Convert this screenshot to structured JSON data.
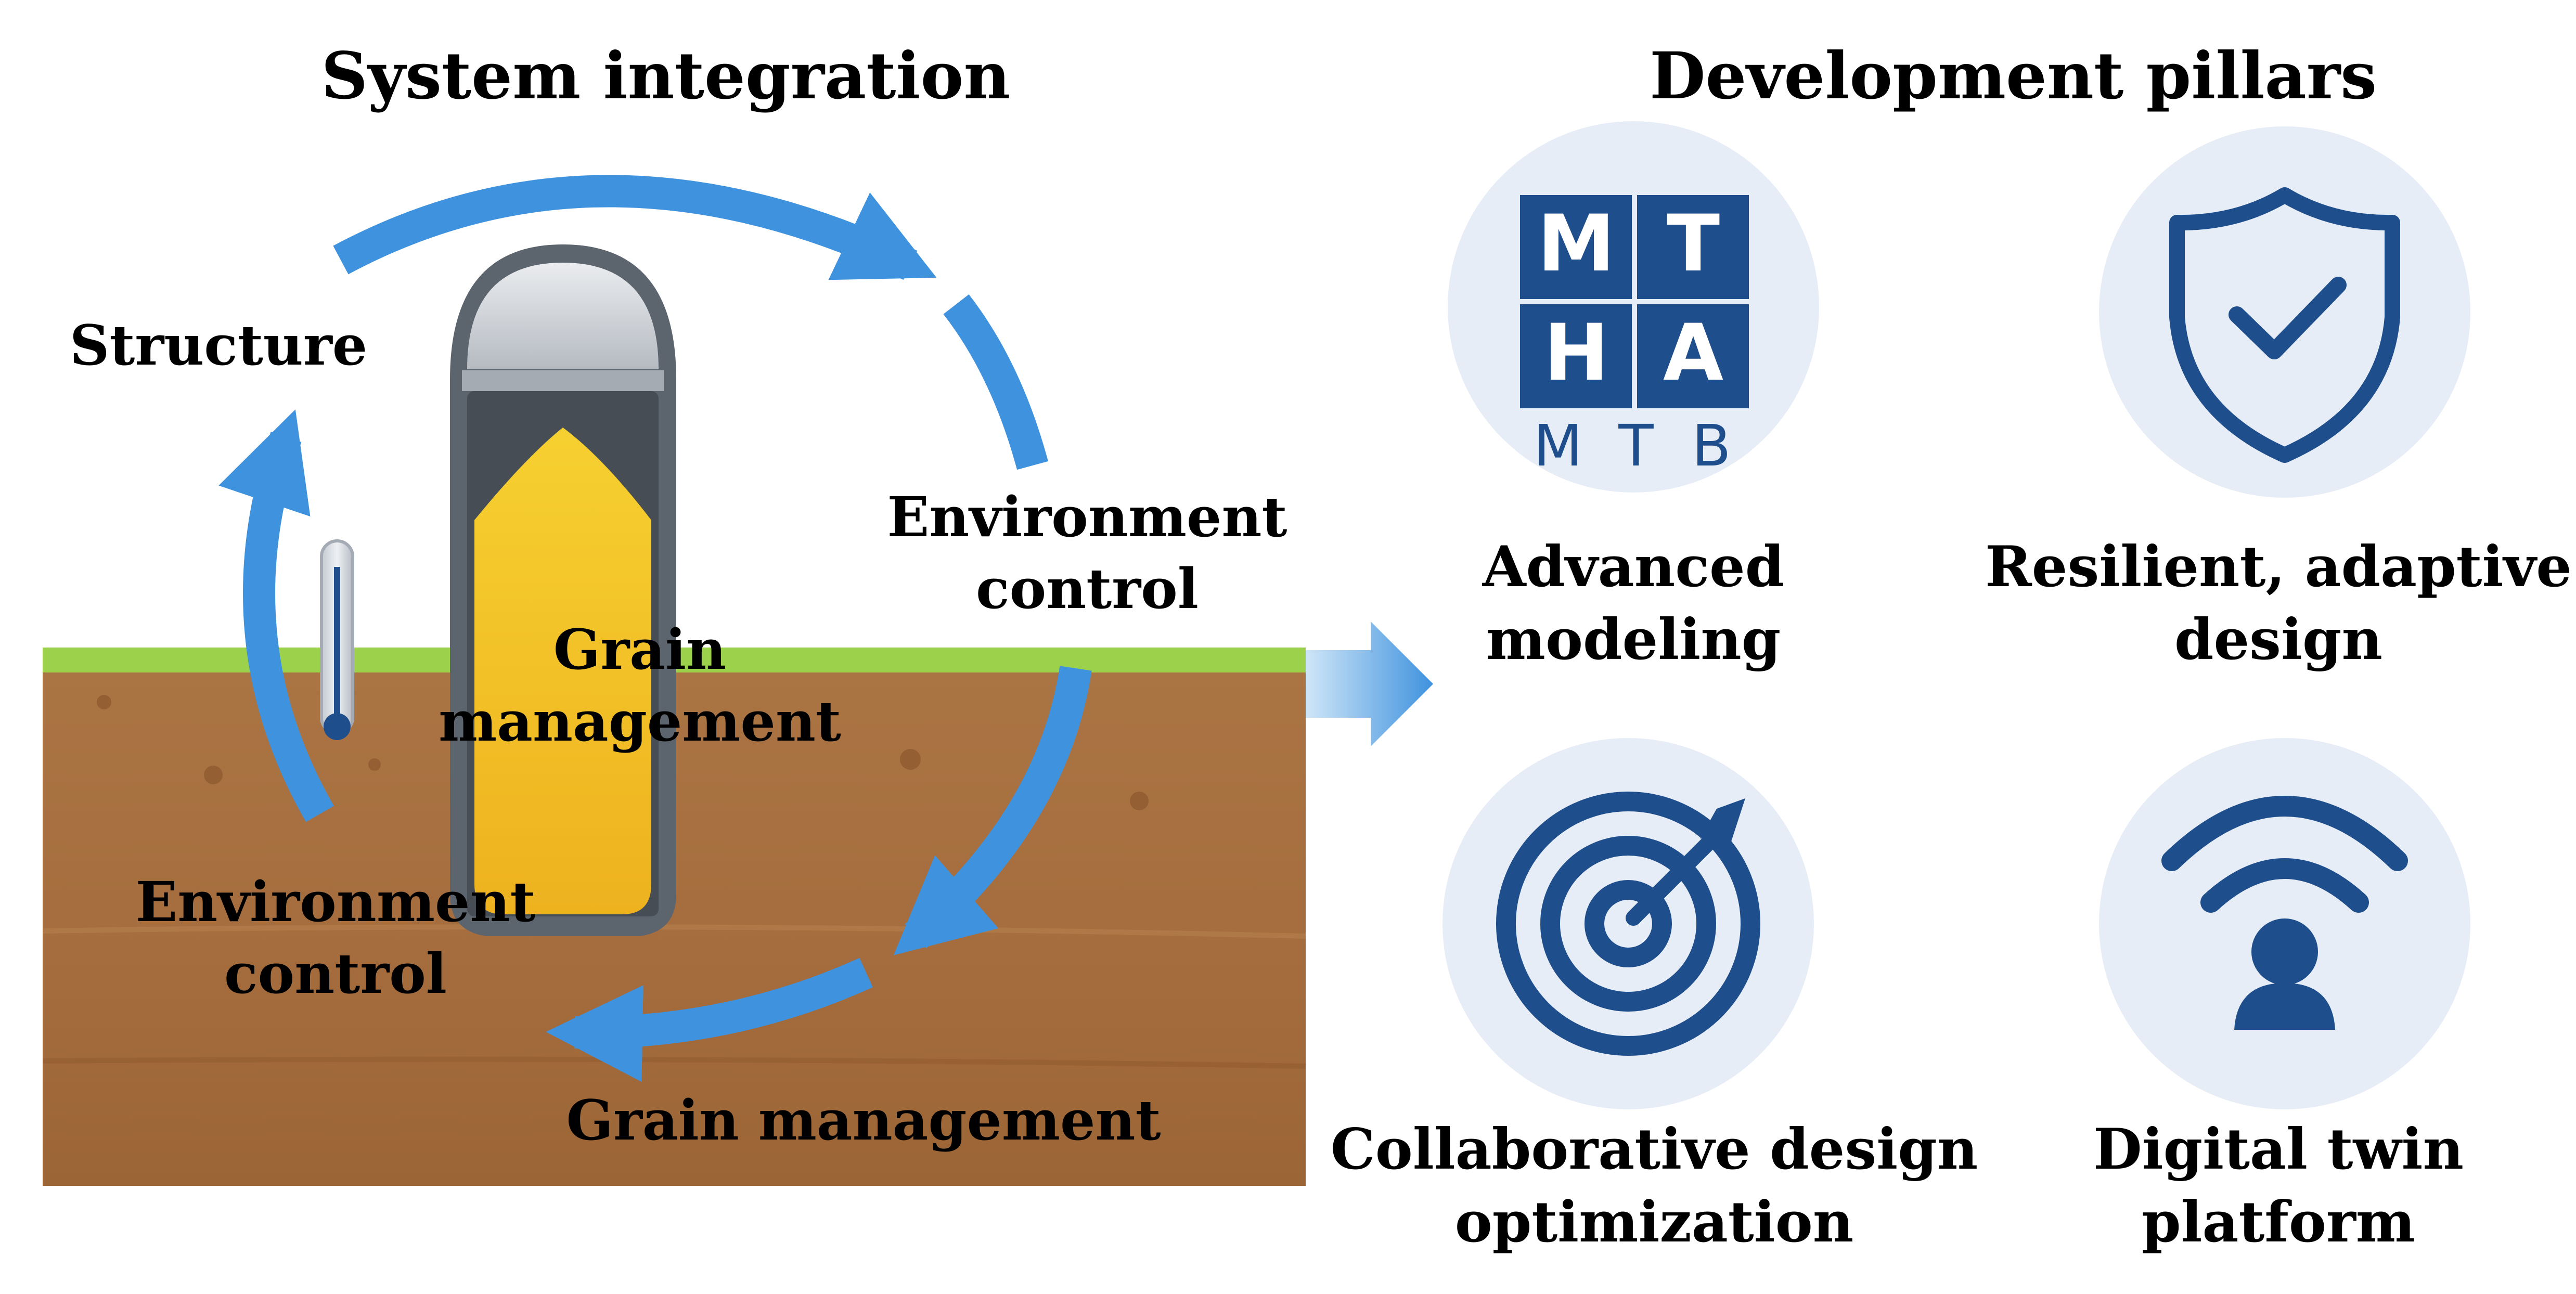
{
  "system_integration": {
    "heading": "System integration",
    "labels": {
      "structure": "Structure",
      "env_control_right_line1": "Environment",
      "env_control_right_line2": "control",
      "grain_silo_line1": "Grain",
      "grain_silo_line2": "management",
      "env_control_left_line1": "Environment",
      "env_control_left_line2": "control",
      "grain_bottom": "Grain management"
    }
  },
  "development_pillars": {
    "heading": "Development pillars",
    "logo": {
      "cells": [
        "M",
        "T",
        "H",
        "A"
      ],
      "footer": [
        "M",
        "T",
        "B"
      ]
    },
    "items": [
      {
        "icon": "mtha-mtb-logo-icon",
        "line1": "Advanced",
        "line2": "modeling"
      },
      {
        "icon": "shield-check-icon",
        "line1": "Resilient, adaptive",
        "line2": "design"
      },
      {
        "icon": "target-arrow-icon",
        "line1": "Collaborative design",
        "line2": "optimization"
      },
      {
        "icon": "signal-person-icon",
        "line1": "Digital twin",
        "line2": "platform"
      }
    ]
  },
  "colors": {
    "cycle_arrow": "#3f92de",
    "icon_blue": "#1f4e8c",
    "icon_circle": "#e6edf7",
    "grain": "#f1b825",
    "soil": "#a46d3e",
    "grass": "#9bd14b",
    "silo_frame": "#5c646d"
  }
}
